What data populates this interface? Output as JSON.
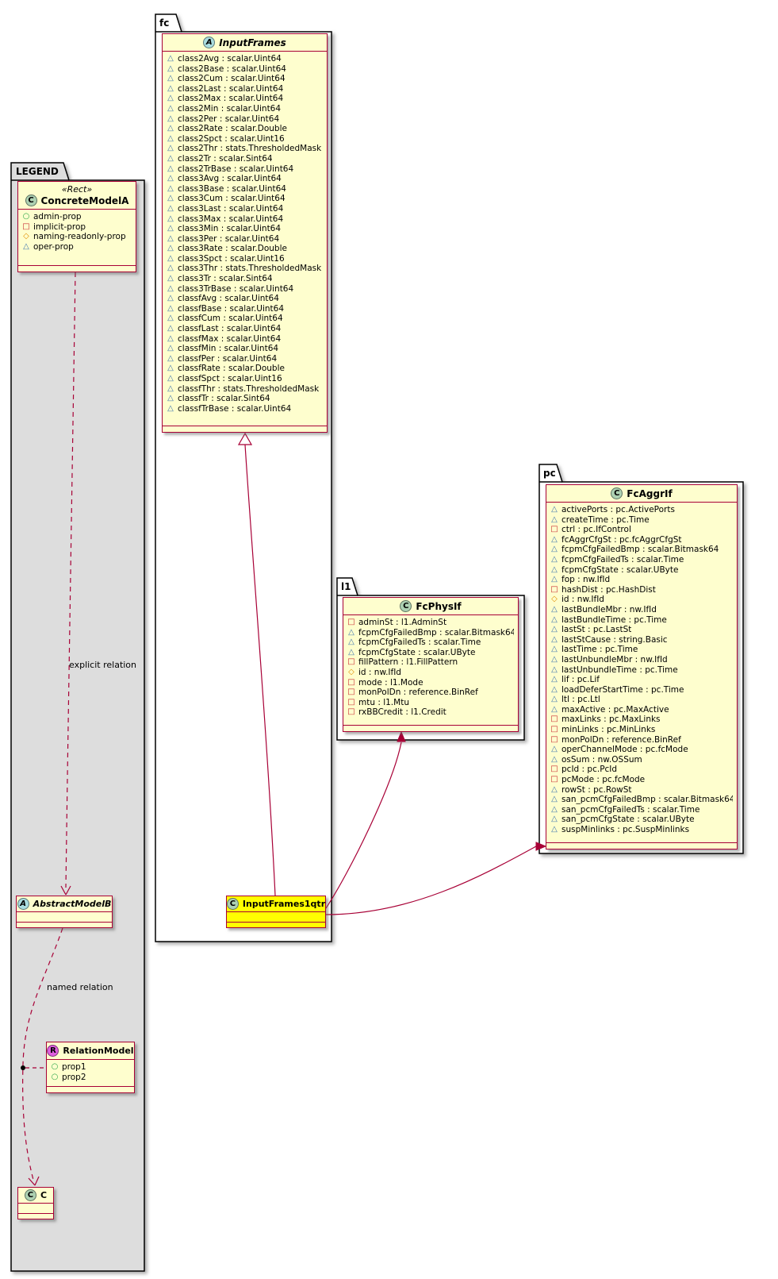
{
  "packages": {
    "fc": {
      "label": "fc"
    },
    "l1": {
      "label": "l1"
    },
    "pc": {
      "label": "pc"
    },
    "legend": {
      "label": "LEGEND"
    }
  },
  "relations": {
    "explicit": {
      "label": "explicit relation"
    },
    "named": {
      "label": "named relation"
    }
  },
  "colors": {
    "class_bg": "#FEFECE",
    "class_border": "#A80036",
    "highlight_bg": "#FFFF00",
    "legend_bg": "#DDDDDD",
    "spot_abstract_bg": "#A9DCDF",
    "spot_class_bg": "#ADD1B2",
    "spot_relation_bg": "#DE5FDE",
    "marker_package": "#4177AF",
    "marker_private": "#C82930",
    "marker_protected": "#E08E00",
    "marker_public": "#2FA74B"
  },
  "classes": {
    "InputFrames": {
      "icon": "A",
      "name": "InputFrames",
      "attributes": [
        {
          "m": "tri",
          "t": "class2Avg : scalar.Uint64"
        },
        {
          "m": "tri",
          "t": "class2Base : scalar.Uint64"
        },
        {
          "m": "tri",
          "t": "class2Cum : scalar.Uint64"
        },
        {
          "m": "tri",
          "t": "class2Last : scalar.Uint64"
        },
        {
          "m": "tri",
          "t": "class2Max : scalar.Uint64"
        },
        {
          "m": "tri",
          "t": "class2Min : scalar.Uint64"
        },
        {
          "m": "tri",
          "t": "class2Per : scalar.Uint64"
        },
        {
          "m": "tri",
          "t": "class2Rate : scalar.Double"
        },
        {
          "m": "tri",
          "t": "class2Spct : scalar.Uint16"
        },
        {
          "m": "tri",
          "t": "class2Thr : stats.ThresholdedMask"
        },
        {
          "m": "tri",
          "t": "class2Tr : scalar.Sint64"
        },
        {
          "m": "tri",
          "t": "class2TrBase : scalar.Uint64"
        },
        {
          "m": "tri",
          "t": "class3Avg : scalar.Uint64"
        },
        {
          "m": "tri",
          "t": "class3Base : scalar.Uint64"
        },
        {
          "m": "tri",
          "t": "class3Cum : scalar.Uint64"
        },
        {
          "m": "tri",
          "t": "class3Last : scalar.Uint64"
        },
        {
          "m": "tri",
          "t": "class3Max : scalar.Uint64"
        },
        {
          "m": "tri",
          "t": "class3Min : scalar.Uint64"
        },
        {
          "m": "tri",
          "t": "class3Per : scalar.Uint64"
        },
        {
          "m": "tri",
          "t": "class3Rate : scalar.Double"
        },
        {
          "m": "tri",
          "t": "class3Spct : scalar.Uint16"
        },
        {
          "m": "tri",
          "t": "class3Thr : stats.ThresholdedMask"
        },
        {
          "m": "tri",
          "t": "class3Tr : scalar.Sint64"
        },
        {
          "m": "tri",
          "t": "class3TrBase : scalar.Uint64"
        },
        {
          "m": "tri",
          "t": "classfAvg : scalar.Uint64"
        },
        {
          "m": "tri",
          "t": "classfBase : scalar.Uint64"
        },
        {
          "m": "tri",
          "t": "classfCum : scalar.Uint64"
        },
        {
          "m": "tri",
          "t": "classfLast : scalar.Uint64"
        },
        {
          "m": "tri",
          "t": "classfMax : scalar.Uint64"
        },
        {
          "m": "tri",
          "t": "classfMin : scalar.Uint64"
        },
        {
          "m": "tri",
          "t": "classfPer : scalar.Uint64"
        },
        {
          "m": "tri",
          "t": "classfRate : scalar.Double"
        },
        {
          "m": "tri",
          "t": "classfSpct : scalar.Uint16"
        },
        {
          "m": "tri",
          "t": "classfThr : stats.ThresholdedMask"
        },
        {
          "m": "tri",
          "t": "classfTr : scalar.Sint64"
        },
        {
          "m": "tri",
          "t": "classfTrBase : scalar.Uint64"
        }
      ]
    },
    "InputFrames1qtr": {
      "icon": "C",
      "name": "InputFrames1qtr",
      "attributes": []
    },
    "FcPhysIf": {
      "icon": "C",
      "name": "FcPhysIf",
      "attributes": [
        {
          "m": "sq",
          "t": "adminSt : l1.AdminSt"
        },
        {
          "m": "tri",
          "t": "fcpmCfgFailedBmp : scalar.Bitmask64"
        },
        {
          "m": "tri",
          "t": "fcpmCfgFailedTs : scalar.Time"
        },
        {
          "m": "tri",
          "t": "fcpmCfgState : scalar.UByte"
        },
        {
          "m": "sq",
          "t": "fillPattern : l1.FillPattern"
        },
        {
          "m": "di",
          "t": "id : nw.IfId"
        },
        {
          "m": "sq",
          "t": "mode : l1.Mode"
        },
        {
          "m": "sq",
          "t": "monPolDn : reference.BinRef"
        },
        {
          "m": "sq",
          "t": "mtu : l1.Mtu"
        },
        {
          "m": "sq",
          "t": "rxBBCredit : l1.Credit"
        }
      ]
    },
    "FcAggrIf": {
      "icon": "C",
      "name": "FcAggrIf",
      "attributes": [
        {
          "m": "tri",
          "t": "activePorts : pc.ActivePorts"
        },
        {
          "m": "tri",
          "t": "createTime : pc.Time"
        },
        {
          "m": "sq",
          "t": "ctrl : pc.IfControl"
        },
        {
          "m": "tri",
          "t": "fcAggrCfgSt : pc.fcAggrCfgSt"
        },
        {
          "m": "tri",
          "t": "fcpmCfgFailedBmp : scalar.Bitmask64"
        },
        {
          "m": "tri",
          "t": "fcpmCfgFailedTs : scalar.Time"
        },
        {
          "m": "tri",
          "t": "fcpmCfgState : scalar.UByte"
        },
        {
          "m": "tri",
          "t": "fop : nw.IfId"
        },
        {
          "m": "sq",
          "t": "hashDist : pc.HashDist"
        },
        {
          "m": "di",
          "t": "id : nw.IfId"
        },
        {
          "m": "tri",
          "t": "lastBundleMbr : nw.IfId"
        },
        {
          "m": "tri",
          "t": "lastBundleTime : pc.Time"
        },
        {
          "m": "tri",
          "t": "lastSt : pc.LastSt"
        },
        {
          "m": "tri",
          "t": "lastStCause : string.Basic"
        },
        {
          "m": "tri",
          "t": "lastTime : pc.Time"
        },
        {
          "m": "tri",
          "t": "lastUnbundleMbr : nw.IfId"
        },
        {
          "m": "tri",
          "t": "lastUnbundleTime : pc.Time"
        },
        {
          "m": "tri",
          "t": "lif : pc.Lif"
        },
        {
          "m": "tri",
          "t": "loadDeferStartTime : pc.Time"
        },
        {
          "m": "tri",
          "t": "ltl : pc.Ltl"
        },
        {
          "m": "tri",
          "t": "maxActive : pc.MaxActive"
        },
        {
          "m": "sq",
          "t": "maxLinks : pc.MaxLinks"
        },
        {
          "m": "sq",
          "t": "minLinks : pc.MinLinks"
        },
        {
          "m": "sq",
          "t": "monPolDn : reference.BinRef"
        },
        {
          "m": "tri",
          "t": "operChannelMode : pc.fcMode"
        },
        {
          "m": "tri",
          "t": "osSum : nw.OSSum"
        },
        {
          "m": "sq",
          "t": "pcId : pc.PcId"
        },
        {
          "m": "sq",
          "t": "pcMode : pc.fcMode"
        },
        {
          "m": "tri",
          "t": "rowSt : pc.RowSt"
        },
        {
          "m": "tri",
          "t": "san_pcmCfgFailedBmp : scalar.Bitmask64"
        },
        {
          "m": "tri",
          "t": "san_pcmCfgFailedTs : scalar.Time"
        },
        {
          "m": "tri",
          "t": "san_pcmCfgState : scalar.UByte"
        },
        {
          "m": "tri",
          "t": "suspMinlinks : pc.SuspMinlinks"
        }
      ]
    },
    "ConcreteModelA": {
      "icon": "C",
      "stereotype": "«Rect»",
      "name": "ConcreteModelA",
      "attributes": [
        {
          "m": "ci",
          "t": "admin-prop"
        },
        {
          "m": "sq",
          "t": "implicit-prop"
        },
        {
          "m": "di",
          "t": "naming-readonly-prop"
        },
        {
          "m": "tri",
          "t": "oper-prop"
        }
      ]
    },
    "AbstractModelB": {
      "icon": "A",
      "name": "AbstractModelB",
      "attributes": []
    },
    "RelationModel": {
      "icon": "R",
      "name": "RelationModel",
      "attributes": [
        {
          "m": "ci",
          "t": "prop1"
        },
        {
          "m": "ci",
          "t": "prop2"
        }
      ]
    },
    "C": {
      "icon": "C",
      "name": "C",
      "attributes": []
    }
  }
}
